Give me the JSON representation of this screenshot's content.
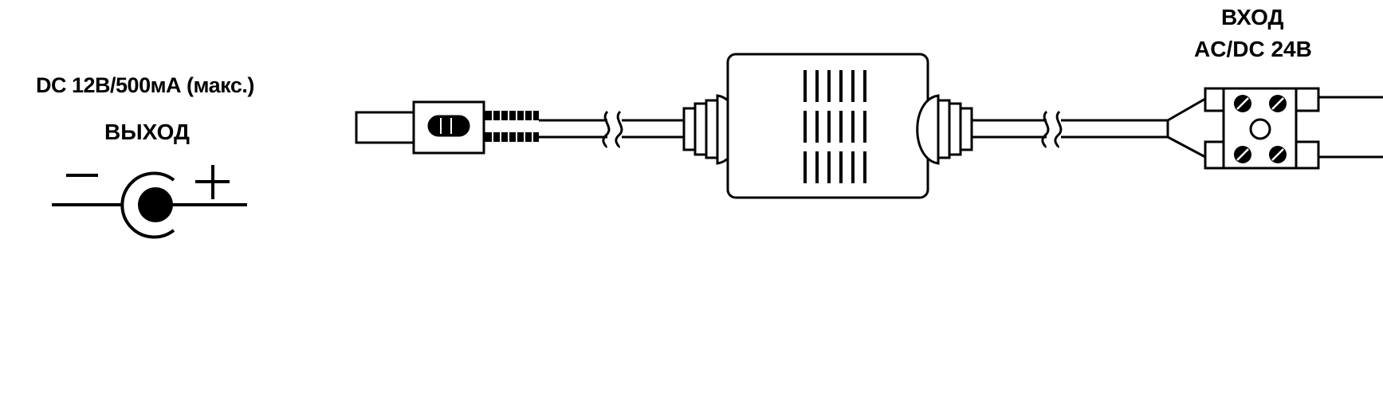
{
  "output": {
    "spec": "DC 12В/500мА (макс.)",
    "title": "ВЫХОД",
    "minus_sign": "−",
    "plus_sign": "+"
  },
  "input": {
    "title": "ВХОД",
    "spec": "AC/DC 24В"
  },
  "colors": {
    "line": "#000000",
    "background": "#ffffff"
  }
}
